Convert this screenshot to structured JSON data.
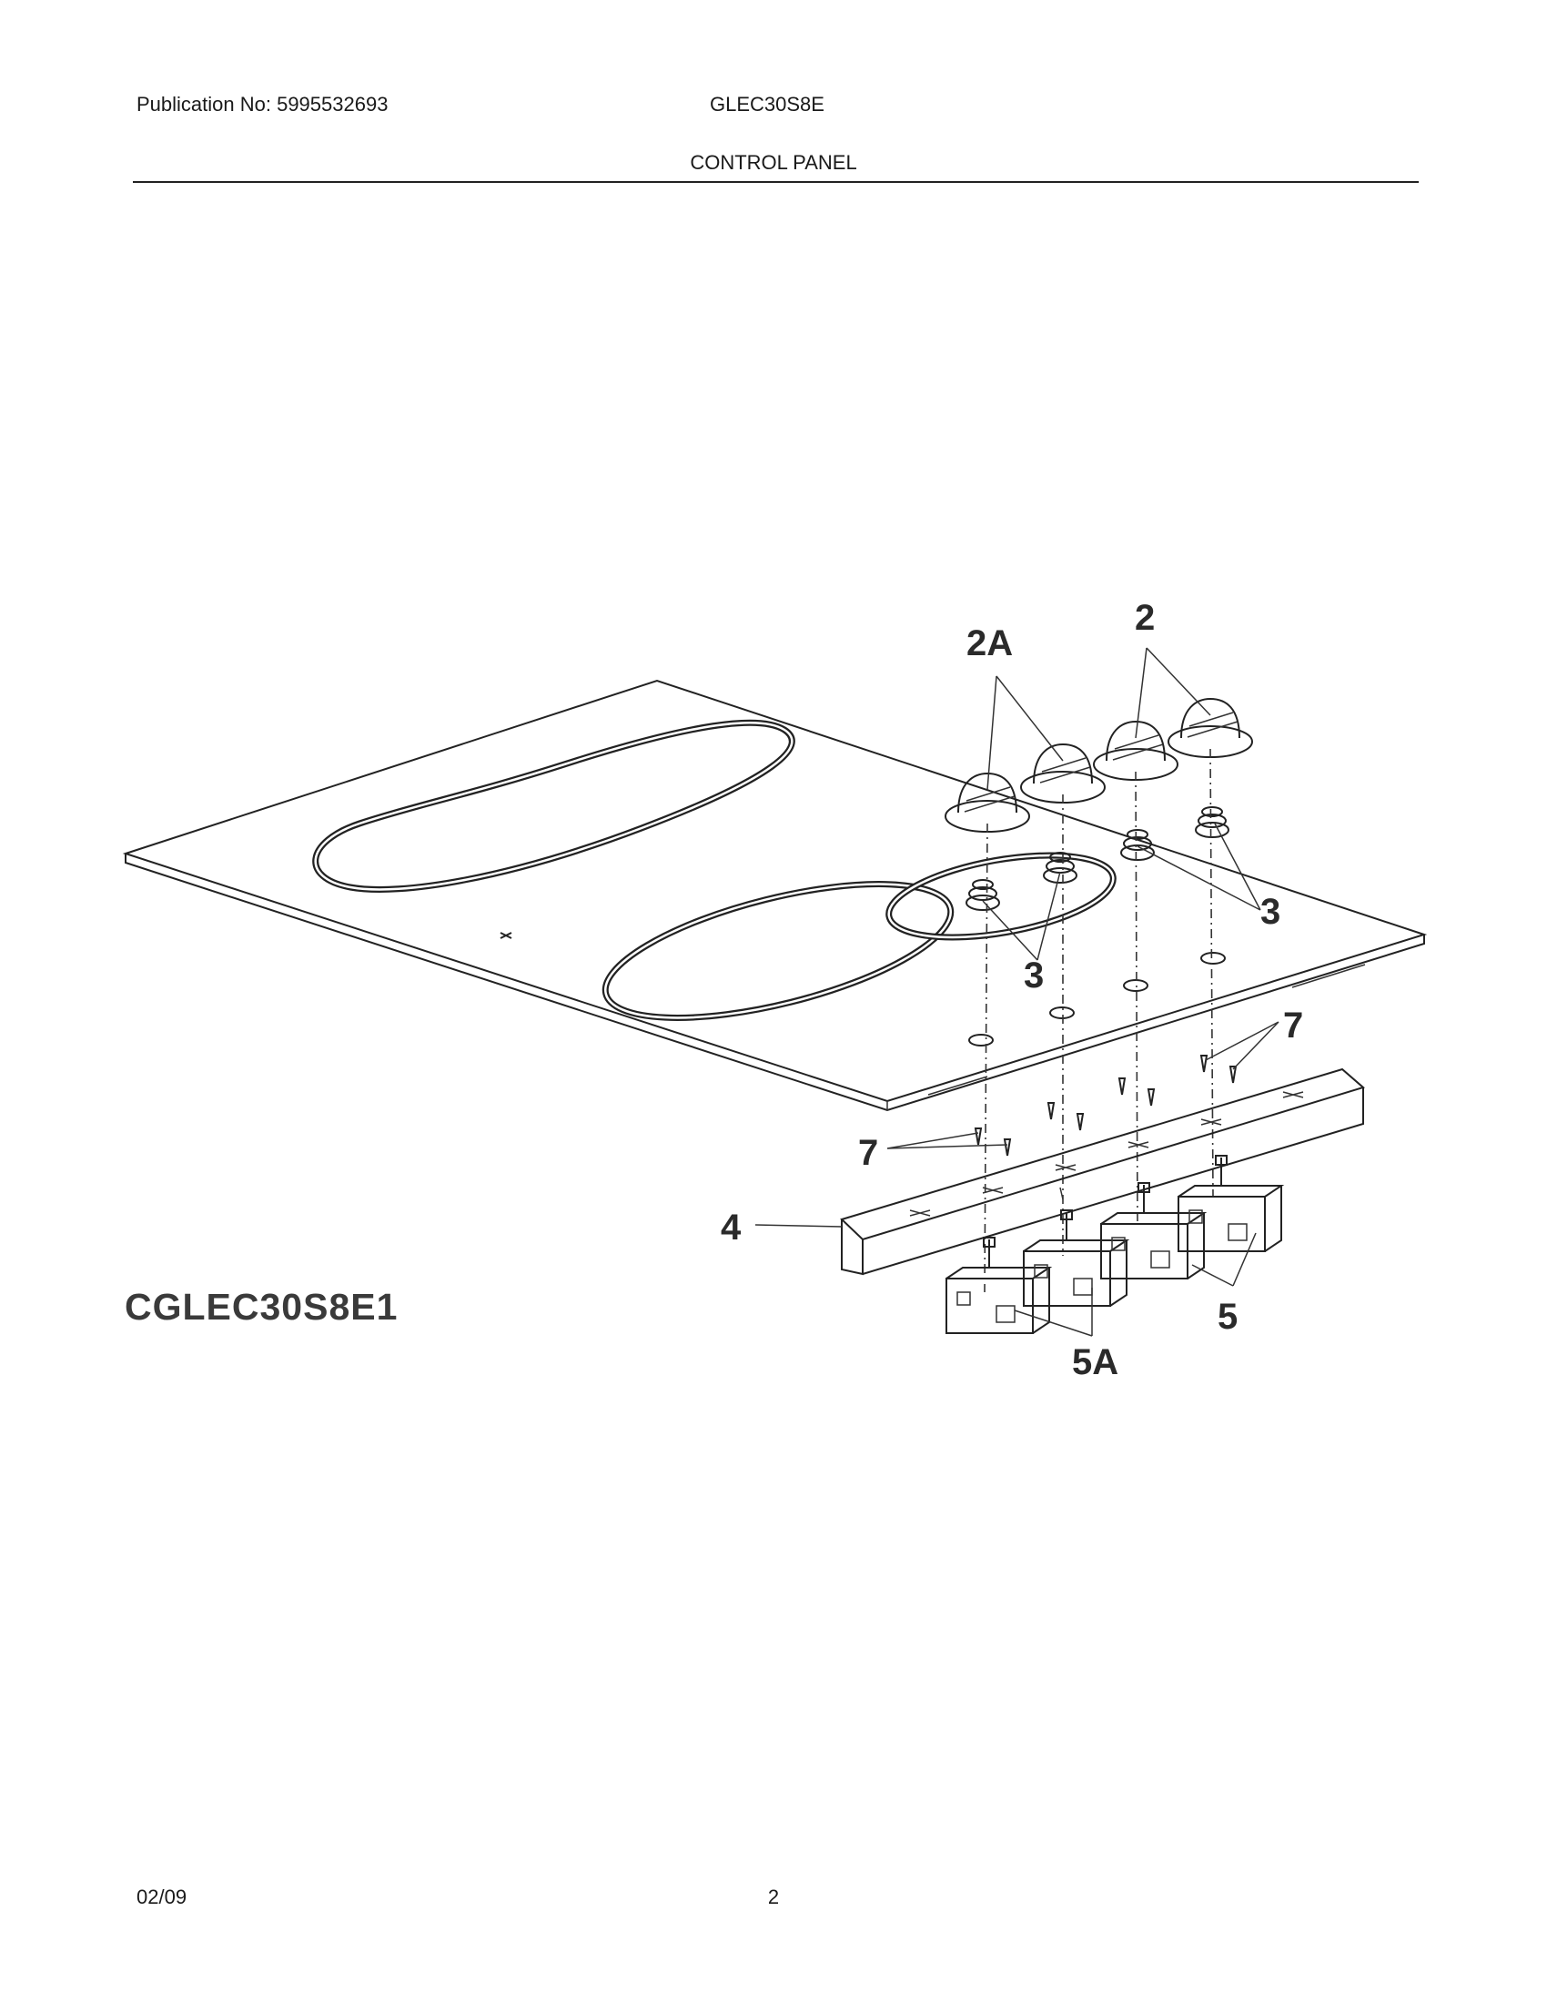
{
  "header": {
    "publication": "Publication No: 5995532693",
    "model": "GLEC30S8E",
    "section_title": "CONTROL PANEL"
  },
  "diagram": {
    "model_code": "CGLEC30S8E1",
    "callouts": {
      "knob_2a": "2A",
      "knob_2": "2",
      "seal_3_right": "3",
      "seal_3_left": "3",
      "screw_7_right": "7",
      "screw_7_left": "7",
      "bracket_4": "4",
      "switch_5": "5",
      "switch_5a": "5A"
    }
  },
  "footer": {
    "date": "02/09",
    "page_number": "2"
  }
}
